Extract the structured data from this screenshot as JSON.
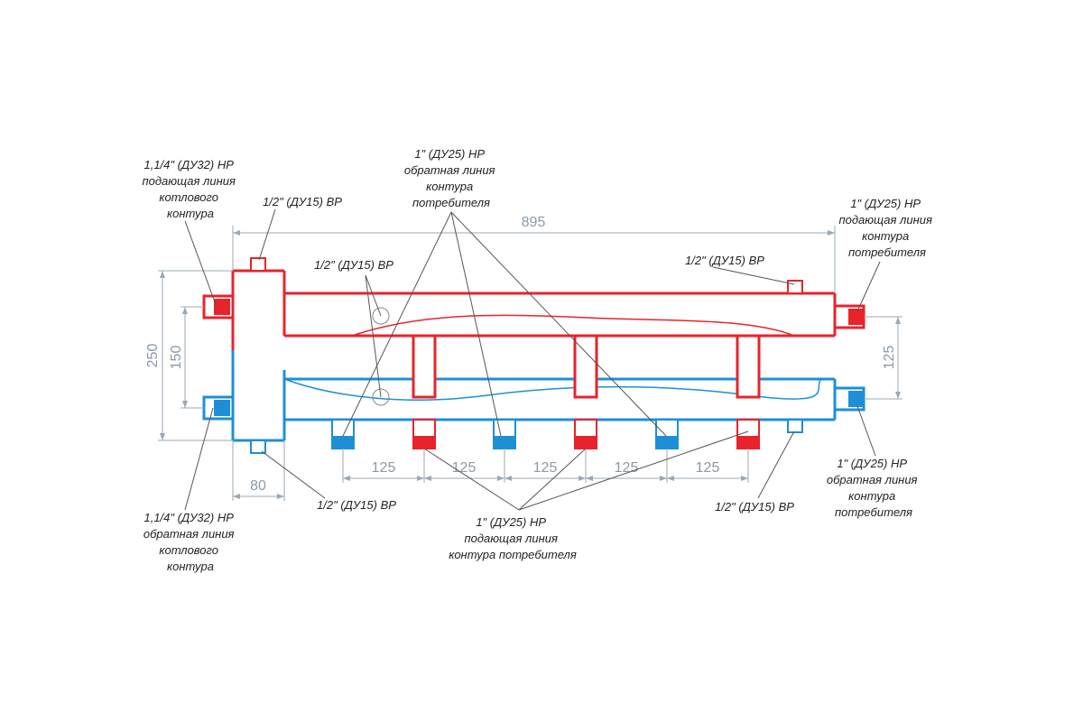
{
  "colors": {
    "supply": "#e8232b",
    "return": "#1e8fd6",
    "dimension": "#8a9aa8",
    "text": "#222222"
  },
  "dimensions": {
    "total_length": "895",
    "height_total": "250",
    "height_boiler": "150",
    "height_right": "125",
    "separator_width": "80",
    "spacing": [
      "125",
      "125",
      "125",
      "125",
      "125"
    ]
  },
  "labels": {
    "boiler_supply": [
      "1,1/4\" (ДУ32) НР",
      "подающая линия",
      "котлового",
      "контура"
    ],
    "boiler_return": [
      "1,1/4\" (ДУ32) НР",
      "обратная линия",
      "котлового",
      "контура"
    ],
    "top_port": "1/2\" (ДУ15) ВР",
    "left_ports": "1/2\" (ДУ15) ВР",
    "top_right_port": "1/2\" (ДУ15) ВР",
    "bottom_port": "1/2\" (ДУ15) ВР",
    "bottom_right_port": "1/2\" (ДУ15) ВР",
    "consumer_return_top": [
      "1\" (ДУ25) НР",
      "обратная линия",
      "контура",
      "потребителя"
    ],
    "consumer_supply_right": [
      "1\" (ДУ25) НР",
      "подающая линия",
      "контура",
      "потребителя"
    ],
    "consumer_return_right": [
      "1\" (ДУ25) НР",
      "обратная линия",
      "контура",
      "потребителя"
    ],
    "consumer_supply_bottom": [
      "1\" (ДУ25) НР",
      "подающая линия",
      "контура потребителя"
    ]
  }
}
